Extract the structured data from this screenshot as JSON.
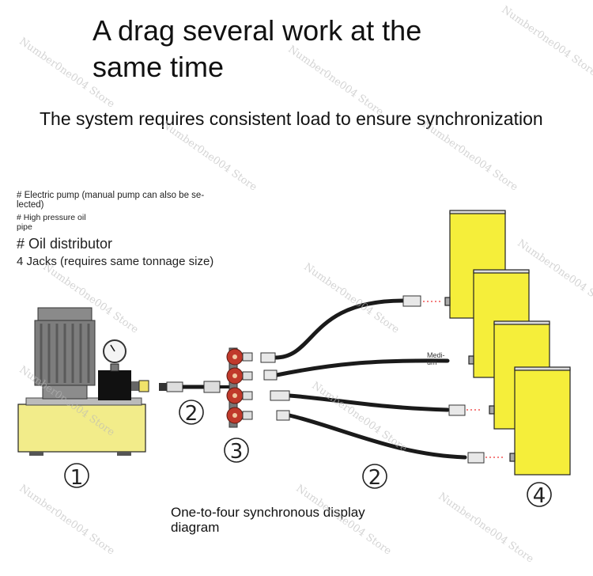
{
  "title": "A drag several work at the same time",
  "subtitle": "The system requires consistent load to ensure synchronization",
  "legend": [
    "# Electric pump (manual pump can also be selected)",
    "# High pressure oil pipe",
    "# Oil distributor",
    "4 Jacks (requires same tonnage size)"
  ],
  "legend_display": {
    "l1a": "# Electric pump (manual pump can also be se-",
    "l1b": "lected)",
    "l2a": "# High pressure oil",
    "l2b": "pipe"
  },
  "markers": {
    "pump": "1",
    "short_pipe": "2",
    "distributor": "3",
    "long_pipes": "2",
    "jacks": "4"
  },
  "pipe_label": "Medi-\num",
  "caption": "One-to-four synchronous display diagram",
  "watermark": "Number0ne004 Store",
  "colors": {
    "jack_yellow": "#f5ee3a",
    "pump_base_yellow": "#f2ec8a",
    "motor_gray": "#8a8a8a",
    "valve_red": "#c0392b",
    "hose_black": "#1a1a1a"
  }
}
